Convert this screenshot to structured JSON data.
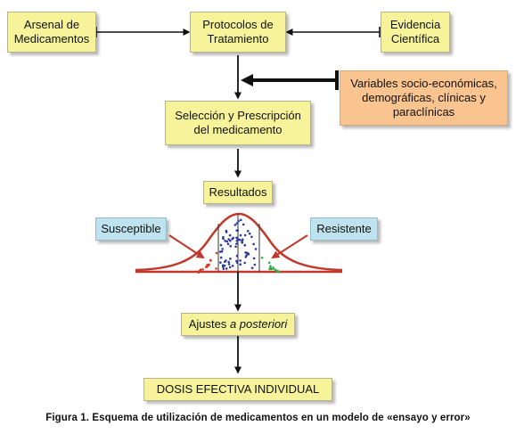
{
  "boxes": {
    "arsenal": "Arsenal de\nMedicamentos",
    "protocolos": "Protocolos de\nTratamiento",
    "evidencia": "Evidencia\nCientífica",
    "variables": "Variables socio-económicas,\ndemográficas, clínicas y\nparaclínicas",
    "seleccion": "Selección y Prescripción\ndel medicamento",
    "resultados": "Resultados",
    "susceptible": "Susceptible",
    "resistente": "Resistente",
    "ajustes_prefix": "Ajustes ",
    "ajustes_italic": "a posteriori",
    "dosis": "DOSIS EFECTIVA  INDIVIDUAL"
  },
  "caption": "Figura 1. Esquema de utilización de medicamentos en un modelo de «ensayo y error»",
  "colors": {
    "yellow_box": "#f6f39a",
    "orange_box": "#f9c48f",
    "blue_box": "#bfe3ee",
    "curve": "#c0392b",
    "dots_left": "#d63a2a",
    "dots_center": "#2a3a9a",
    "dots_right": "#3aa84a"
  }
}
